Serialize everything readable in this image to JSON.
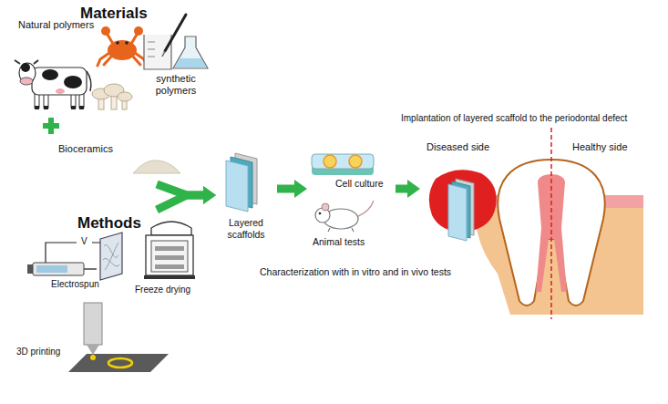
{
  "diagram": {
    "nodes": [
      {
        "text": [
          "Materials"
        ]
      },
      {
        "text": [
          "Natural polymers"
        ],
        "in": 0
      },
      {
        "text": [
          "synthetic polymers"
        ],
        "in": 0
      },
      {
        "text": [
          "Bioceramics"
        ],
        "in": 0
      },
      {
        "text": [
          "Methods"
        ]
      },
      {
        "text": [
          "Electrospun"
        ],
        "in": 4
      },
      {
        "text": [
          "Freeze drying"
        ],
        "in": 4
      },
      {
        "text": [
          "3D printing"
        ],
        "in": 4
      },
      {
        "text": [
          "Layered scaffolds"
        ]
      },
      {
        "text": [
          "Characterization with in vitro and in vivo tests"
        ]
      },
      {
        "text": [
          "Cell culture"
        ],
        "in": 9
      },
      {
        "text": [
          "Animal tests"
        ],
        "in": 9
      },
      {
        "text": [
          "Implantation of layered scaffold to the periodontal defect"
        ]
      }
    ],
    "edges": [
      {
        "from": 0,
        "to": 8,
        "arrow": "to"
      },
      {
        "from": 4,
        "to": 8,
        "arrow": "to"
      },
      {
        "from": 8,
        "to": 9,
        "arrow": "to"
      },
      {
        "from": 9,
        "to": 12,
        "arrow": "to"
      }
    ],
    "labels": [
      "V",
      "Diseased side",
      "Healthy side"
    ]
  }
}
